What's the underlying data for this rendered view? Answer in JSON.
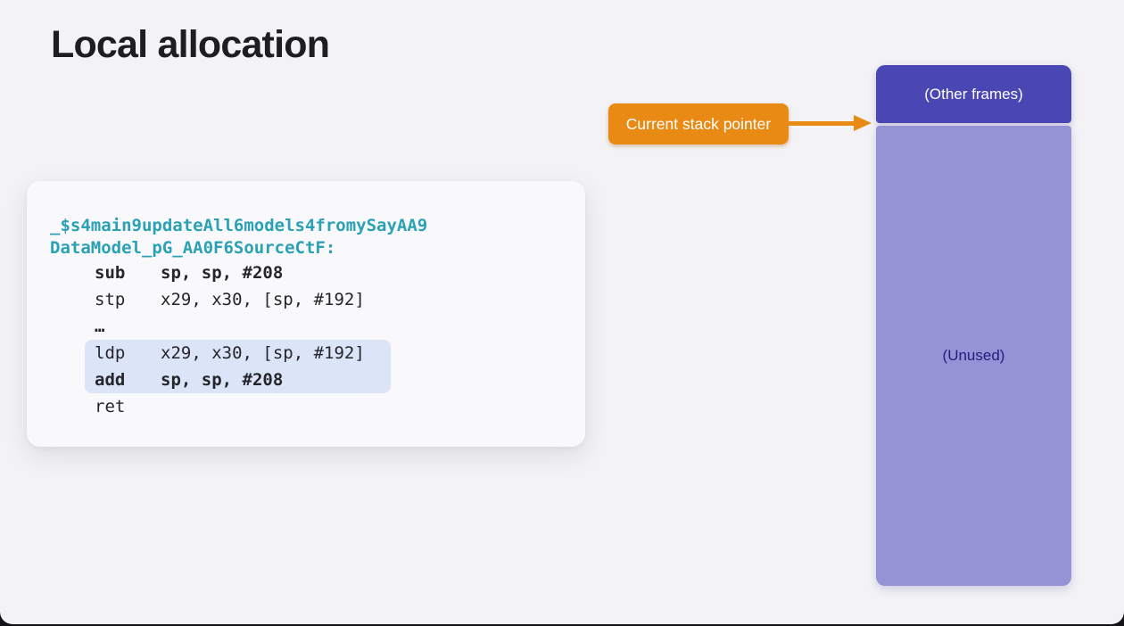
{
  "page": {
    "title": "Local allocation"
  },
  "code_card": {
    "function_label_lines": [
      "_$s4main9updateAll6models4fromySayAA9",
      "DataModel_pG_AA0F6SourceCtF:"
    ],
    "lines": [
      {
        "mnemonic": "sub",
        "operands": "sp, sp, #208",
        "bold": true,
        "highlighted": false
      },
      {
        "mnemonic": "stp",
        "operands": "x29, x30, [sp, #192]",
        "bold": false,
        "highlighted": false
      },
      {
        "ellipsis": "…"
      },
      {
        "mnemonic": "ldp",
        "operands": "x29, x30, [sp, #192]",
        "bold": false,
        "highlighted": true
      },
      {
        "mnemonic": "add",
        "operands": "sp, sp, #208",
        "bold": true,
        "highlighted": true
      },
      {
        "mnemonic": "ret",
        "operands": "",
        "bold": false,
        "highlighted": false
      }
    ]
  },
  "callout": {
    "label": "Current stack pointer"
  },
  "stack_diagram": {
    "other_frames_label": "(Other frames)",
    "unused_label": "(Unused)"
  },
  "colors": {
    "background": "#f3f3f6",
    "title_text": "#1e1e21",
    "card_background": "#f9f9fb",
    "function_label_teal": "#2aa1b5",
    "code_text": "#24262c",
    "highlight_background": "#dce4f8",
    "callout_orange": "#e98a14",
    "other_frames_indigo": "#4a47b5",
    "unused_purple": "#9593d5",
    "unused_text": "#22207f"
  }
}
